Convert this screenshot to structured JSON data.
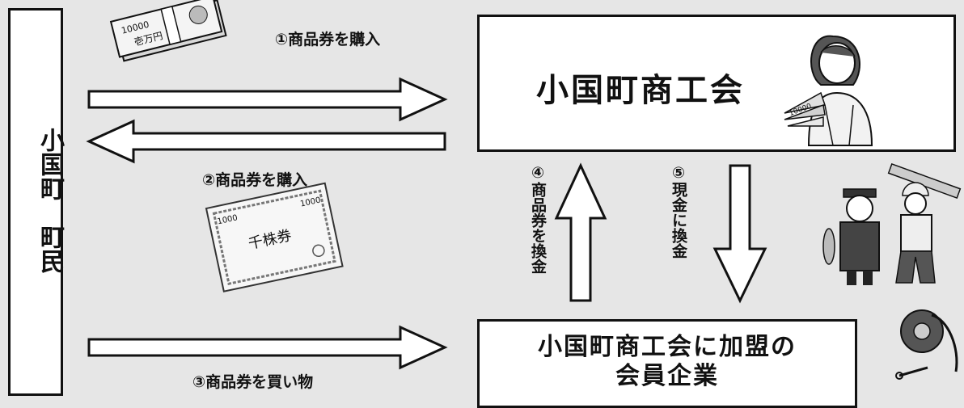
{
  "resident": {
    "label": "小国町　町民"
  },
  "chamber": {
    "label": "小国町商工会"
  },
  "member": {
    "line1": "小国町商工会に加盟の",
    "line2": "会員企業"
  },
  "steps": {
    "s1": "①商品券を購入",
    "s2": "②商品券を購入",
    "s3": "③商品券を買い物",
    "s4": "④商品券を換金",
    "s5": "⑤現金に換金"
  },
  "illustrations": {
    "cash_bundle": {
      "amount": "10000",
      "bill_text": "壱万円"
    },
    "voucher": {
      "amount": "1000",
      "title": "千株券"
    },
    "clerk_fan_amount": "10000"
  },
  "colors": {
    "background": "#e6e6e6",
    "box": "#ffffff",
    "line": "#111111"
  }
}
